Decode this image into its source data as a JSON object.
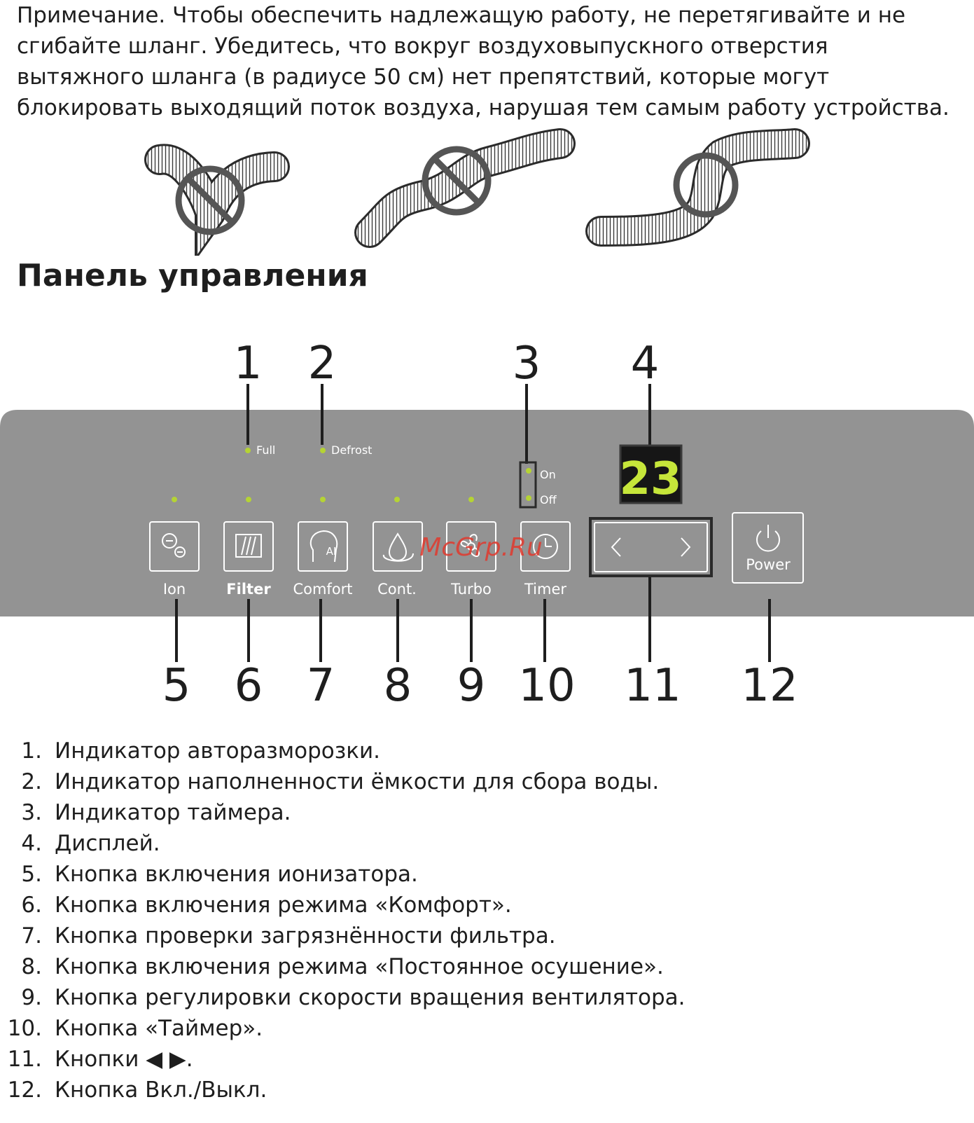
{
  "note": "Примечание. Чтобы обеспечить надлежащую работу, не перетягивайте и не сгибайте шланг. Убедитесь, что вокруг воздуховыпускного отверстия вытяжного шланга (в радиусе 50 см) нет препятствий, которые могут блокировать выходящий поток воздуха, нарушая тем самым работу устройства.",
  "section_title": "Панель управления",
  "panel": {
    "indicators": {
      "full": "Full",
      "defrost": "Defrost",
      "on": "On",
      "off": "Off"
    },
    "display_value": "23",
    "buttons": {
      "ion": "Ion",
      "filter": "Filter",
      "comfort": "Comfort",
      "cont": "Cont.",
      "turbo": "Turbo",
      "timer": "Timer",
      "power": "Power"
    },
    "comfort_icon_text": "AI",
    "watermark": "McGrp.Ru",
    "indicator_color": "#b5d334",
    "panel_color": "#939393"
  },
  "callouts": [
    "1",
    "2",
    "3",
    "4",
    "5",
    "6",
    "7",
    "8",
    "9",
    "10",
    "11",
    "12"
  ],
  "legend": [
    {
      "num": "1.",
      "text": "Индикатор автоsразморозки."
    },
    {
      "num": "2.",
      "text": "Индикатор наполненности ёмкости для сбора воды."
    },
    {
      "num": "3.",
      "text": "Индикатор таймера."
    },
    {
      "num": "4.",
      "text": "Дисплей."
    },
    {
      "num": "5.",
      "text": "Кнопка включения ионизатора."
    },
    {
      "num": "6.",
      "text": "Кнопка включения режима «Комфорт»."
    },
    {
      "num": "7.",
      "text": "Кнопка проверки загрязнённости фильтра."
    },
    {
      "num": "8.",
      "text": "Кнопка включения режима «Постоянное осушение»."
    },
    {
      "num": "9.",
      "text": "Кнопка регулировки скорости вращения вентилятора."
    },
    {
      "num": "10.",
      "text": "Кнопка «Таймер»."
    },
    {
      "num": "11.",
      "text": "Кнопки ◀ ▶."
    },
    {
      "num": "12.",
      "text": "Кнопка Вкл./Выкл."
    }
  ]
}
